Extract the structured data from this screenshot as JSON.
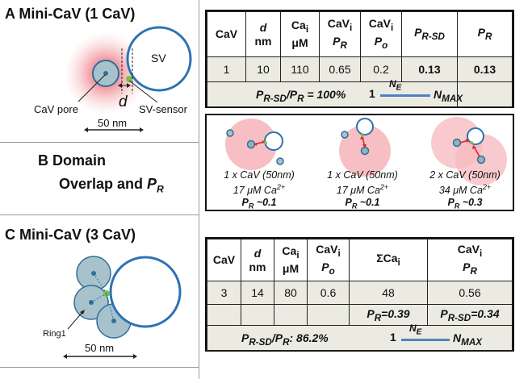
{
  "sectionA": {
    "title": "A Mini-CaV (1 CaV)",
    "sv_label": "SV",
    "d_label": "d",
    "cav_pore_label": "CaV pore",
    "sv_sensor_label": "SV-sensor",
    "scale_label": "50 nm",
    "table": {
      "headers": [
        {
          "line1": "CaV",
          "line2": ""
        },
        {
          "line1": "d",
          "line2": "nm"
        },
        {
          "line1": "Ca",
          "sub1": "i",
          "line2": "μM"
        },
        {
          "line1": "CaV",
          "sub1": "i",
          "line2": "P",
          "sub2": "R"
        },
        {
          "line1": "CaV",
          "sub1": "i",
          "line2": "P",
          "sub2": "o"
        },
        {
          "line1": "P",
          "sub1": "R-SD",
          "line2": ""
        },
        {
          "line1": "P",
          "sub1": "R",
          "line2": ""
        }
      ],
      "values": [
        "1",
        "10",
        "110",
        "0.65",
        "0.2",
        "0.13",
        "0.13"
      ],
      "ratio_main": "P",
      "ratio_sub1": "R-SD",
      "ratio_mid": "/P",
      "ratio_sub2": "R",
      "ratio_value": " = 100%",
      "bar_left": "1",
      "bar_top": "N",
      "bar_top_sub": "E",
      "bar_right": "N",
      "bar_right_sub": "MAX",
      "bar_color": "#4f82c4"
    }
  },
  "sectionB": {
    "title_line1": "B  Domain",
    "title_line2": "Overlap and ",
    "title_pr": "P",
    "title_pr_sub": "R",
    "panels": [
      {
        "line1": "1 x CaV (50nm)",
        "line2": "17 μM Ca",
        "sup": "2+",
        "pr": "P",
        "pr_sub": "R",
        "pr_val": " ~0.1"
      },
      {
        "line1": "1 x CaV (50nm)",
        "line2": "17 μM Ca",
        "sup": "2+",
        "pr": "P",
        "pr_sub": "R",
        "pr_val": " ~0.1"
      },
      {
        "line1": "2 x CaV (50nm)",
        "line2": "34 μM Ca",
        "sup": "2+",
        "pr": "P",
        "pr_sub": "R",
        "pr_val": " ~0.3"
      }
    ]
  },
  "sectionC": {
    "title": "C  Mini-CaV (3 CaV)",
    "ring_label": "Ring1",
    "scale_label": "50 nm",
    "table": {
      "headers": [
        {
          "line1": "CaV",
          "line2": ""
        },
        {
          "line1": "d",
          "line2": "nm"
        },
        {
          "line1": "Ca",
          "sub1": "i",
          "line2": "μM"
        },
        {
          "line1": "CaV",
          "sub1": "i",
          "line2": "P",
          "sub2": "o"
        },
        {
          "line1": "ΣCa",
          "sub1": "i",
          "line2": ""
        },
        {
          "line1": "CaV",
          "sub1": "i",
          "line2": "P",
          "sub2": "R"
        }
      ],
      "values": [
        "3",
        "14",
        "80",
        "0.6",
        "48",
        "0.56"
      ],
      "pr_label": "P",
      "pr_sub": "R",
      "pr_value": "=0.39",
      "prsd_label": "P",
      "prsd_sub": "R-SD",
      "prsd_value": "=0.34",
      "ratio_main": "P",
      "ratio_sub1": "R-SD",
      "ratio_mid": "/P",
      "ratio_sub2": "R",
      "ratio_value": ": 86.2%",
      "bar_left": "1",
      "bar_top": "N",
      "bar_top_sub": "E",
      "bar_right": "N",
      "bar_right_sub": "MAX",
      "bar_color": "#4f82c4"
    }
  },
  "colors": {
    "sv_stroke": "#2d72b5",
    "cav_fill": "#a8c2cc",
    "domain_red": "#e8424f",
    "sensor_green": "#7dc142",
    "arrow_red": "#d9262f"
  }
}
